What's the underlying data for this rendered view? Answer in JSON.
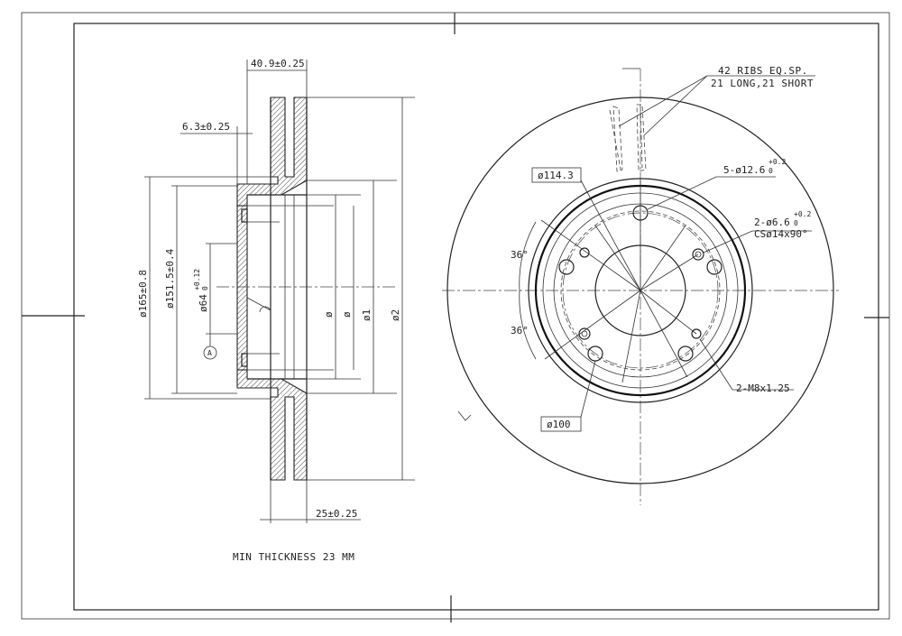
{
  "side_view": {
    "dim_total_width": "40.9±0.25",
    "dim_hat_thickness": "6.3±0.25",
    "dim_disc_thickness": "25±0.25",
    "dim_hat_od": "ø165±0.8",
    "dim_hub_od": "ø151.5±0.4",
    "dim_bore_main": "ø64",
    "dim_bore_tol_upper": "+0.12",
    "dim_bore_tol_lower": "0",
    "dim_inner_1": "ø",
    "dim_inner_2": "ø",
    "dim_inner_3": "ø1",
    "dim_outer": "ø2",
    "datum_label": "A"
  },
  "front_view": {
    "ribs_line1": "42 RIBS EQ.SP.",
    "ribs_line2": "21 LONG,21 SHORT",
    "pcd_label": "ø114.3",
    "holes_main": "5-ø12.6",
    "holes_tol_upper": "+0.2",
    "holes_tol_lower": "0",
    "small_holes_main": "2-ø6.6",
    "small_holes_tol_upper": "+0.2",
    "small_holes_tol_lower": "0",
    "countersink": "CSø14x90°",
    "angle_top": "36°",
    "angle_bottom": "36°",
    "thread_label": "2-M8x1.25",
    "inner_pcd_label": "ø100"
  },
  "notes": {
    "min_thickness": "MIN THICKNESS 23 MM"
  }
}
